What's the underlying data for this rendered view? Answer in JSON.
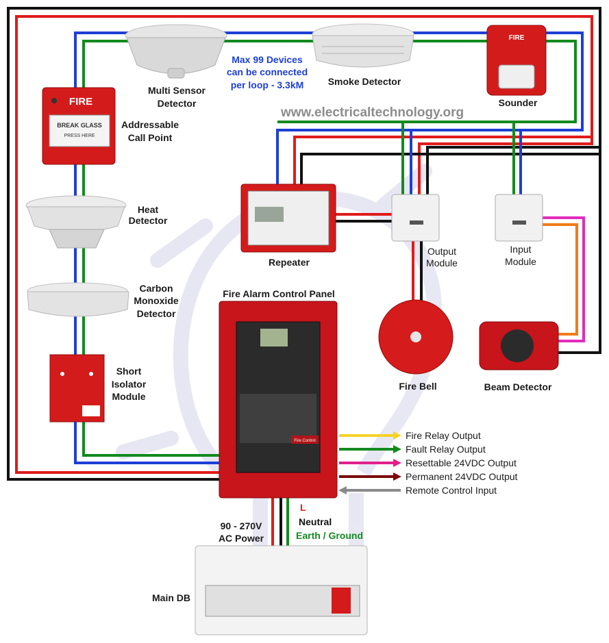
{
  "website": "www.electricaltechnology.org",
  "loop_note": [
    "Max 99 Devices",
    "can be connected",
    "per loop - 3.3kM"
  ],
  "devices": {
    "multi_sensor": [
      "Multi Sensor",
      "Detector"
    ],
    "smoke": "Smoke Detector",
    "sounder": "Sounder",
    "sounder_tag": "FIRE",
    "call_point": [
      "Addressable",
      "Call Point"
    ],
    "call_point_fire": "FIRE",
    "call_point_glass": [
      "BREAK GLASS",
      "PRESS HERE"
    ],
    "heat": [
      "Heat",
      "Detector"
    ],
    "co": [
      "Carbon",
      "Monoxide",
      "Detector"
    ],
    "isolator": [
      "Short",
      "Isolator",
      "Module"
    ],
    "repeater": "Repeater",
    "output_module": [
      "Output",
      "Module"
    ],
    "input_module": [
      "Input",
      "Module"
    ],
    "panel": "Fire Alarm Control Panel",
    "panel_badge": "Fire Control",
    "fire_bell": "Fire Bell",
    "beam": "Beam Detector",
    "main_db": "Main DB"
  },
  "outputs": [
    {
      "label": "Fire Relay Output",
      "color": "#f5d327"
    },
    {
      "label": "Fault Relay Output",
      "color": "#138a1f"
    },
    {
      "label": "Resettable 24VDC Output",
      "color": "#e0208c"
    },
    {
      "label": "Permanent 24VDC Output",
      "color": "#7a0a0a"
    },
    {
      "label": "Remote Control Input",
      "color": "#8a8a8a"
    }
  ],
  "power": {
    "voltage": [
      "90 - 270V",
      "AC Power"
    ],
    "live": "L",
    "neutral": "Neutral",
    "earth": "Earth / Ground"
  },
  "colors": {
    "live": "#e01b1b",
    "neutral": "#111111",
    "loop_blue": "#1d3fd6",
    "loop_green": "#138a1f",
    "panel_red": "#c8141b",
    "orange": "#f07b1a",
    "magenta": "#e22bbd"
  }
}
